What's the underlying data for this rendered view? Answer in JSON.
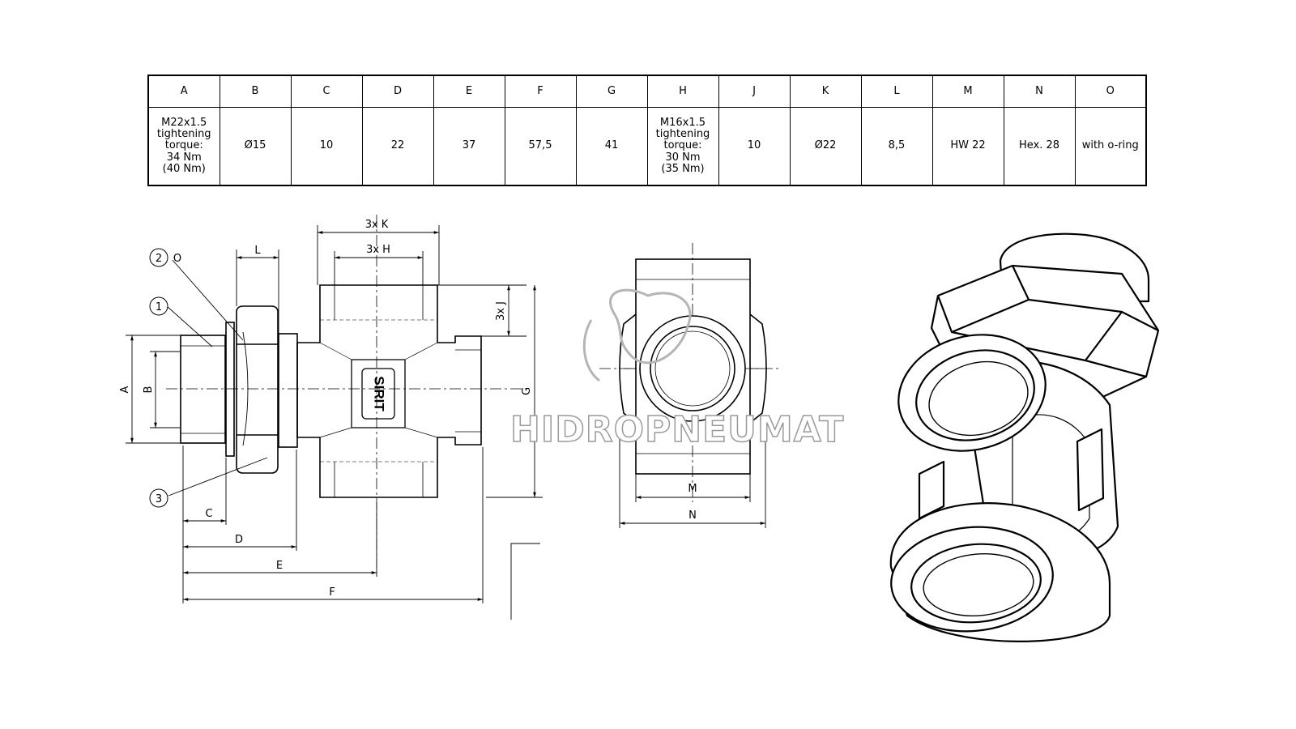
{
  "table": {
    "headers": [
      "A",
      "B",
      "C",
      "D",
      "E",
      "F",
      "G",
      "H",
      "J",
      "K",
      "L",
      "M",
      "N",
      "O"
    ],
    "values": [
      "M22x1.5\ntightening torque:\n34 Nm\n(40 Nm)",
      "Ø15",
      "10",
      "22",
      "37",
      "57,5",
      "41",
      "M16x1.5\ntightening torque:\n30 Nm\n(35 Nm)",
      "10",
      "Ø22",
      "8,5",
      "HW 22",
      "Hex. 28",
      "with o-ring"
    ]
  },
  "drawing": {
    "callouts": [
      "2",
      "1",
      "3"
    ],
    "o_label": "O",
    "dims": {
      "k": "3x K",
      "h": "3x H",
      "j": "3x J",
      "l": "L",
      "a": "A",
      "b": "B",
      "c": "C",
      "d": "D",
      "e": "E",
      "f": "F",
      "g": "G",
      "m": "M",
      "n": "N"
    },
    "brand_mark": "SIRIT",
    "watermark": "HIDROPNEUMAT"
  }
}
